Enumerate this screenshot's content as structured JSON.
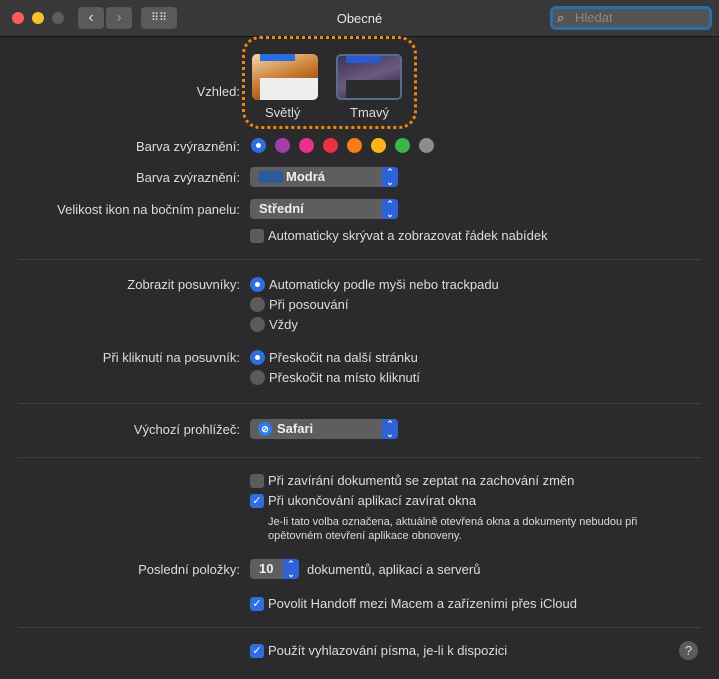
{
  "window": {
    "title": "Obecné",
    "search_placeholder": "Hledat"
  },
  "appearance": {
    "label": "Vzhled:",
    "options": [
      {
        "label": "Světlý"
      },
      {
        "label": "Tmavý",
        "selected": true
      }
    ]
  },
  "accent": {
    "label": "Barva zvýraznění:",
    "colors": [
      "#2f6de0",
      "#a23ea8",
      "#e8318f",
      "#eb3047",
      "#f47d1a",
      "#fbb51a",
      "#3cb64a",
      "#8d8d8d"
    ],
    "selected": 0
  },
  "highlight": {
    "label": "Barva zvýraznění:",
    "value": "Modrá",
    "swatch": "#2a5a9a"
  },
  "sidebar_icon_size": {
    "label": "Velikost ikon na bočním panelu:",
    "value": "Střední"
  },
  "menubar_autohide": {
    "label": "Automaticky skrývat a zobrazovat řádek nabídek",
    "checked": false
  },
  "scrollbars": {
    "label": "Zobrazit posuvníky:",
    "options": [
      "Automaticky podle myši nebo trackpadu",
      "Při posouvání",
      "Vždy"
    ],
    "selected": 0
  },
  "scroll_click": {
    "label": "Při kliknutí na posuvník:",
    "options": [
      "Přeskočit na další stránku",
      "Přeskočit na místo kliknutí"
    ],
    "selected": 0
  },
  "browser": {
    "label": "Výchozí prohlížeč:",
    "value": "Safari"
  },
  "ask_keep_changes": {
    "label": "Při zavírání dokumentů se zeptat na zachování změn",
    "checked": false
  },
  "close_windows": {
    "label": "Při ukončování aplikací zavírat okna",
    "checked": true,
    "note_line1": "Je-li tato volba označena, aktuálně otevřená okna a dokumenty nebudou při",
    "note_line2": "opětovném otevření aplikace obnoveny."
  },
  "recent": {
    "label": "Poslední položky:",
    "value": "10",
    "suffix": "dokumentů, aplikací a serverů"
  },
  "handoff": {
    "label": "Povolit Handoff mezi Macem a zařízeními přes iCloud",
    "checked": true
  },
  "font_smoothing": {
    "label": "Použít vyhlazování písma, je-li k dispozici",
    "checked": true
  },
  "help": "?"
}
